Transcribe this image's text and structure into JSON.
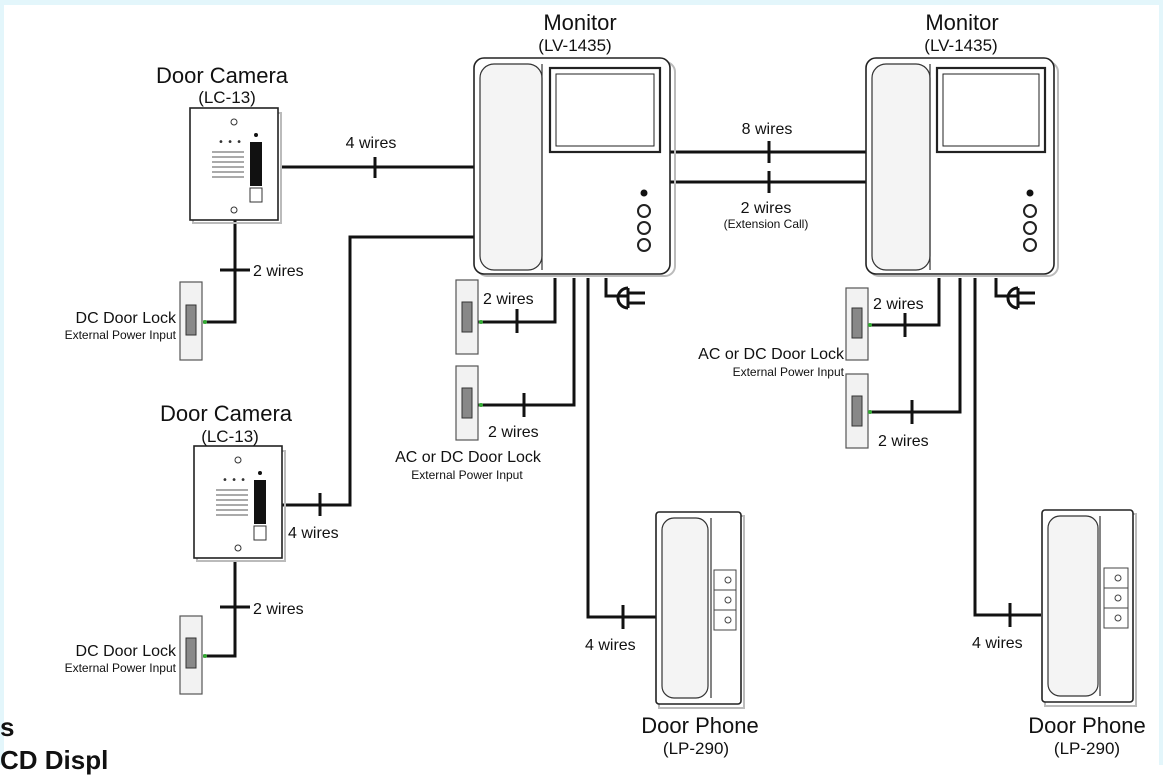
{
  "devices": {
    "monitor_title": "Monitor",
    "monitor_model": "(LV-1435)",
    "camera_title": "Door Camera",
    "camera_model": "(LC-13)",
    "phone_title": "Door Phone",
    "phone_model": "(LP-290)"
  },
  "wires": {
    "w4": "4 wires",
    "w2": "2 wires",
    "w8": "8 wires",
    "extension_call": "(Extension Call)"
  },
  "locks": {
    "dc": "DC Door Lock",
    "acdc": "AC or DC Door Lock",
    "external_power": "External Power Input"
  },
  "page_fragments": {
    "line1": "s",
    "line2": "CD Displ"
  }
}
